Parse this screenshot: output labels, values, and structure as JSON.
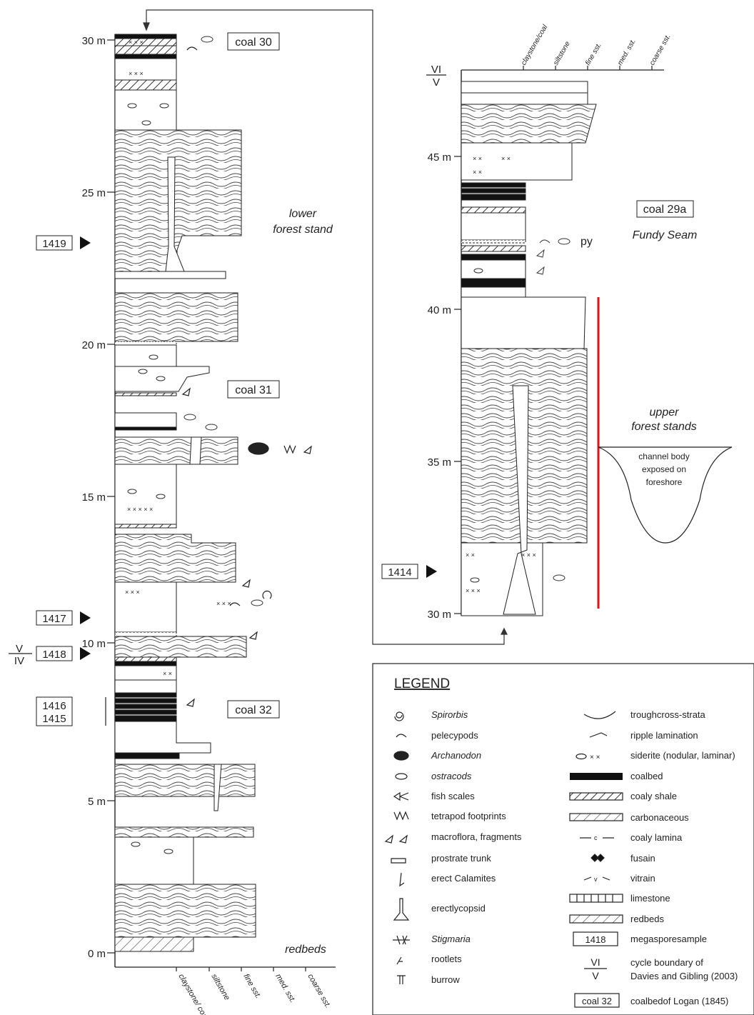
{
  "left_column": {
    "depths": [
      "30 m",
      "25 m",
      "20 m",
      "15 m",
      "10 m",
      "5 m",
      "0 m"
    ],
    "coal_labels": [
      "coal 30",
      "coal 31",
      "coal 32"
    ],
    "annotation_lower_forest": [
      "lower",
      "forest stand"
    ],
    "annotation_redbeds": "redbeds",
    "samples": [
      "1419",
      "1417",
      "1418",
      "1416",
      "1415"
    ],
    "cycle_boundary": {
      "top": "V",
      "bottom": "IV"
    },
    "grain_labels": [
      "claystone/ coal",
      "siltstone",
      "fine sst.",
      "med. sst.",
      "coarse sst."
    ]
  },
  "right_column": {
    "depths": [
      "45 m",
      "40 m",
      "35 m",
      "30 m"
    ],
    "cycle_boundary": {
      "top": "VI",
      "bottom": "V"
    },
    "grain_labels": [
      "claystone/coal",
      "siltstone",
      "fine sst.",
      "med. sst.",
      "coarse sst."
    ],
    "coal_label": "coal 29a",
    "seam_label": "Fundy Seam",
    "py_label": "py",
    "upper_forest": [
      "upper",
      "forest stands"
    ],
    "channel_text": [
      "channel body",
      "exposed on",
      "foreshore"
    ],
    "sample": "1414",
    "red_bar_color": "#e8101a"
  },
  "legend": {
    "title": "LEGEND",
    "left_items": [
      {
        "icon": "spirorbis-icon",
        "label": "Spirorbis",
        "italic": true
      },
      {
        "icon": "pelecypod-icon",
        "label": "pelecypods",
        "italic": false
      },
      {
        "icon": "archanodon-icon",
        "label": "Archanodon",
        "italic": true
      },
      {
        "icon": "ostracod-icon",
        "label": "ostracods",
        "italic": true
      },
      {
        "icon": "fish-scale-icon",
        "label": "fish scales",
        "italic": false
      },
      {
        "icon": "tetrapod-footprint-icon",
        "label": "tetrapod footprints",
        "italic": false
      },
      {
        "icon": "macroflora-icon",
        "label": "macroflora, fragments",
        "italic": false
      },
      {
        "icon": "prostrate-trunk-icon",
        "label": "prostrate trunk",
        "italic": false
      },
      {
        "icon": "erect-calamites-icon",
        "label": "erect Calamites",
        "italic": false
      },
      {
        "icon": "erect-lycopsid-icon",
        "label": "erectlycopsid",
        "italic": false
      },
      {
        "icon": "stigmaria-icon",
        "label": "Stigmaria",
        "italic": true
      },
      {
        "icon": "rootlet-icon",
        "label": "rootlets",
        "italic": false
      },
      {
        "icon": "burrow-icon",
        "label": "burrow",
        "italic": false
      }
    ],
    "right_items": [
      {
        "icon": "trough-cross-strata-icon",
        "label": "troughcross-strata"
      },
      {
        "icon": "ripple-lamination-icon",
        "label": "ripple lamination"
      },
      {
        "icon": "siderite-icon",
        "label": "siderite (nodular, laminar)"
      },
      {
        "icon": "coalbed-icon",
        "label": "coalbed"
      },
      {
        "icon": "coaly-shale-icon",
        "label": "coaly shale"
      },
      {
        "icon": "carbonaceous-icon",
        "label": "carbonaceous"
      },
      {
        "icon": "coaly-lamina-icon",
        "label": "coaly lamina"
      },
      {
        "icon": "fusain-icon",
        "label": "fusain"
      },
      {
        "icon": "vitrain-icon",
        "label": "vitrain"
      },
      {
        "icon": "limestone-icon",
        "label": "limestone"
      },
      {
        "icon": "redbeds-icon",
        "label": "redbeds"
      },
      {
        "icon": "megaspore-sample-icon",
        "label": "megasporesample"
      },
      {
        "icon": "cycle-boundary-icon",
        "label": "cycle boundary of"
      },
      {
        "icon": "coal-label-icon",
        "label": "coalbedof Logan (1845)"
      }
    ],
    "cycle_boundary_line2": "Davies and Gibling (2003)",
    "sample_box": "1418",
    "cycle_box_top": "VI",
    "cycle_box_bottom": "V",
    "coal_box": "coal 32",
    "siderite_marks": "× ×",
    "coaly_lamina_mark": "c",
    "vitrain_mark": "v"
  }
}
